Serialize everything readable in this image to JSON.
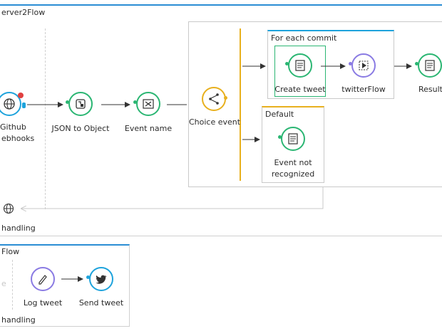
{
  "server_flow": {
    "title": "erver2Flow",
    "error_label": "handling",
    "nodes": {
      "source_label_1": "Github",
      "source_label_2": "ebhooks",
      "json": "JSON to Object",
      "event_name": "Event name",
      "choice": "Choice event",
      "for_each_title": "For each commit",
      "create_tweet": "Create tweet",
      "twitter_flow": "twitterFlow",
      "result": "Result",
      "default_title": "Default",
      "not_recognized_1": "Event not",
      "not_recognized_2": "recognized"
    }
  },
  "twitter_flow": {
    "title": "Flow",
    "source_label": "e",
    "log_tweet": "Log tweet",
    "send_tweet": "Send tweet",
    "error_label": "handling"
  },
  "colors": {
    "green": "#2bb673",
    "blue": "#1ea3dc",
    "purple": "#8a7be3",
    "yellow": "#e8b01e",
    "red": "#e04040",
    "border": "#d0d0d0",
    "flow_top_line": "#2a8dd4"
  }
}
